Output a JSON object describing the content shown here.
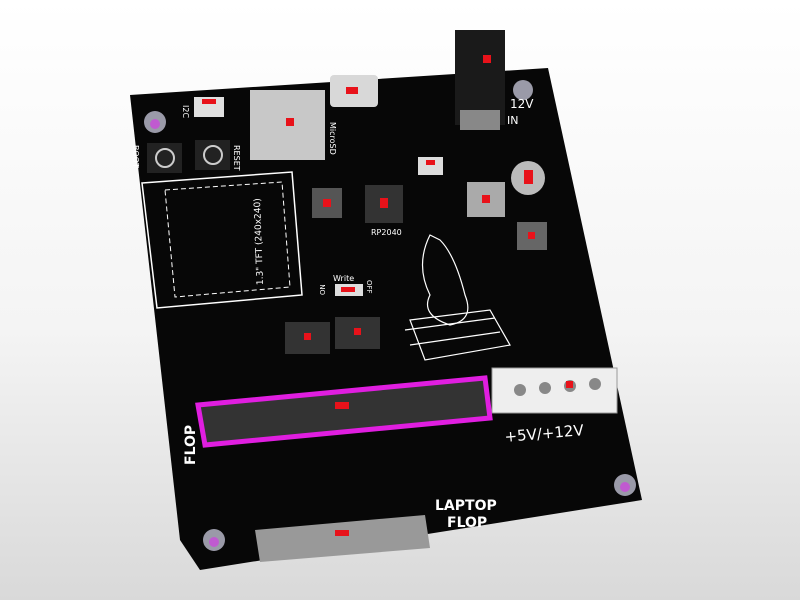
{
  "board": {
    "labels": {
      "i2c": "I2C",
      "boot": "BOOT",
      "reset": "RESET",
      "microsd": "MicroSD",
      "mcu": "RP2040",
      "display": "1.3\" TFT (240x240)",
      "write": "Write",
      "on": "ON",
      "off": "OFF",
      "power_in": "12V",
      "power_in2": "IN",
      "molex": "+5V/+12V",
      "flop": "FLOP",
      "laptop_flop_1": "LAPTOP",
      "laptop_flop_2": "FLOP"
    },
    "colors": {
      "pcb": "#070707",
      "highlight": "#e01ee0",
      "marker": "#e8121a",
      "component": "#bdbdbd"
    }
  }
}
